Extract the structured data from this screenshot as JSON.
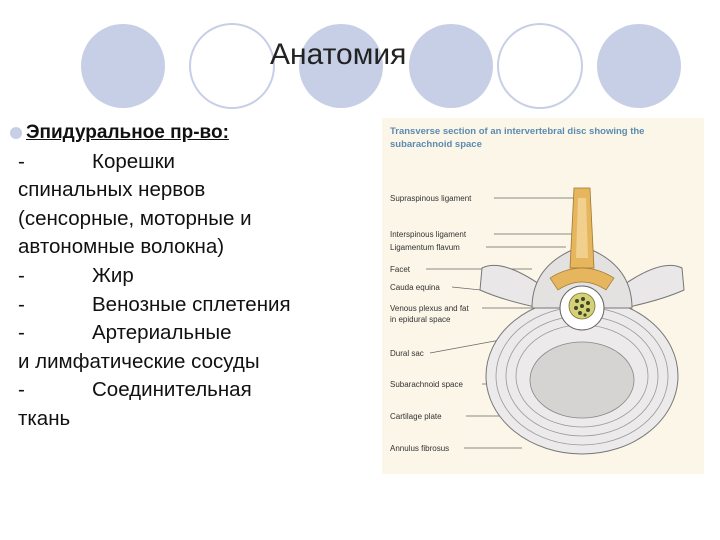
{
  "slide": {
    "title": "Анатомия",
    "heading": "Эпидуральное пр-во:",
    "lines": [
      {
        "dash": "-",
        "text": "Корешки"
      },
      {
        "dash": "",
        "text": "спинальных  нервов"
      },
      {
        "dash": "",
        "text": "(сенсорные,  моторные и"
      },
      {
        "dash": "",
        "text": "автономные  волокна)"
      },
      {
        "dash": "-",
        "text": "Жир"
      },
      {
        "dash": "-",
        "text": "Венозные сплетения"
      },
      {
        "dash": "-",
        "text": "Артериальные"
      },
      {
        "dash": "",
        "text": "и  лимфатические сосуды"
      },
      {
        "dash": "-",
        "text": "Соединительная"
      },
      {
        "dash": "",
        "text": "ткань"
      }
    ]
  },
  "figure": {
    "title_line1": "Transverse section of an intervertebral disc showing the",
    "title_line2": "subarachnoid space",
    "labels": [
      "Supraspinous ligament",
      "Interspinous ligament",
      "Ligamentum flavum",
      "Facet",
      "Cauda equina",
      "Venous plexus and fat",
      "in epidural space",
      "Dural sac",
      "Subarachnoid space",
      "Cartilage plate",
      "Annulus fibrosus"
    ]
  },
  "colors": {
    "decor_circle": "#c7cfe6",
    "figure_title": "#5b8bb0",
    "figure_bg": "#fbf6e8",
    "ligament": "#e6b65f"
  }
}
